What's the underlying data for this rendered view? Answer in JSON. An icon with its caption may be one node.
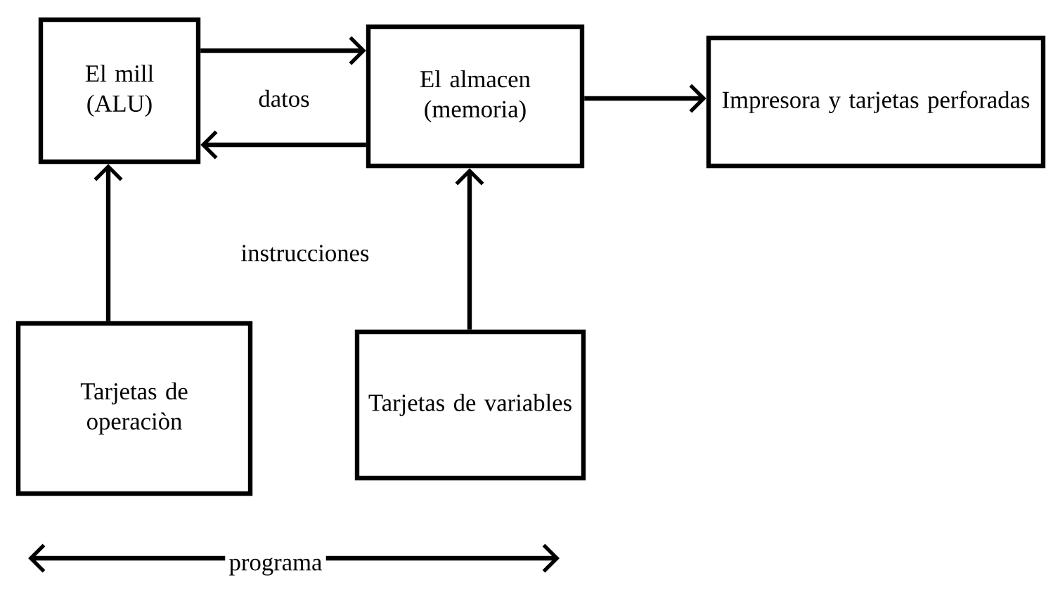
{
  "diagram": {
    "nodes": [
      {
        "text": [
          "El mill (ALU)"
        ]
      },
      {
        "text": [
          "El almacen (memoria)"
        ]
      },
      {
        "text": [
          "Impresora y tarjetas perforadas"
        ]
      },
      {
        "text": [
          "Tarjetas de operaciòn"
        ]
      },
      {
        "text": [
          "Tarjetas de variables"
        ]
      }
    ],
    "edges": [
      {
        "from": 0,
        "to": 1,
        "arrow": "to",
        "label": "datos"
      },
      {
        "from": 1,
        "to": 0,
        "arrow": "to"
      },
      {
        "from": 1,
        "to": 2,
        "arrow": "to"
      },
      {
        "from": 3,
        "to": 0,
        "arrow": "to"
      },
      {
        "from": 4,
        "to": 1,
        "arrow": "to"
      }
    ],
    "labels": [
      "instrucciones",
      "programa"
    ]
  }
}
